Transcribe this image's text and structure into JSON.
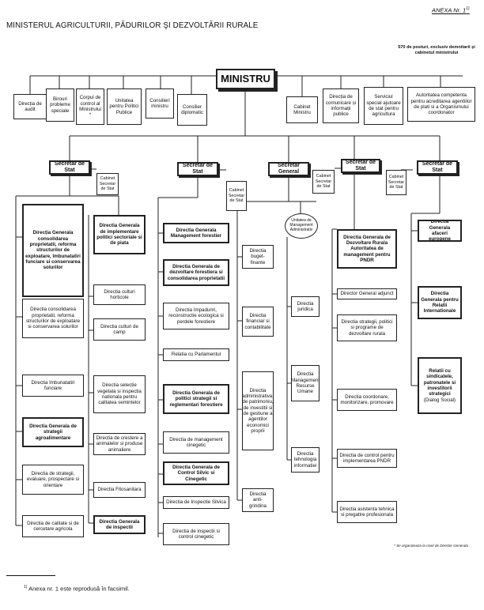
{
  "header": {
    "annex": "ANEXA Nr. 1",
    "annex_sup": "1)",
    "title": "MINISTERUL AGRICULTURII, PĂDURILOR ŞI DEZVOLTĂRII RURALE",
    "staff_note": "570 de posturi, exclusiv demnitarii și cabinetul ministrului"
  },
  "top": {
    "ministru": "MINISTRU",
    "left_boxes": [
      "Direcția de audit",
      "Birouri probleme speciale",
      "Corpul de control al Ministrului *",
      "Unitatea pentru Politici Publice",
      "Consilieri ministru",
      "Consilier diplomatic"
    ],
    "right_boxes": [
      "Cabinet Ministru",
      "Direcția de comunicare și informații publice",
      "Serviciul special ajutoare de stat pentru agricultura",
      "Autoritatea competenta pentru acreditarea agentiilor de plati si a Organismului coordonator"
    ]
  },
  "level2": {
    "secretar1": "Secretar de Stat",
    "cabinet1": "Cabinet Secretar de Stat",
    "secretar2": "Secretar de Stat",
    "cabinet2": "Cabinet Secretar de Stat",
    "secretar_general": "Secretar General",
    "cabinet3": "Cabinet Secretar de Stat",
    "secretar3": "Secretar de Stat",
    "cabinet4": "Cabinet Secretar de Stat",
    "secretar4": "Secretar de Stat",
    "ump": "Unitatea de Management Administrativ"
  },
  "col1": [
    "Direcția Generala consolidarea proprietatii, reforma structurilor de exploatare, îmbunatatiri funciare si conservarea solurilor",
    "Directia consolidarea proprietatii, reforma structurilor de exploatare si conservarea solurilor",
    "Directia îmbunatatiri funciare",
    "Directia Generala de strategii agroalimentare",
    "Directia de strategii, evaluare, prospectare si orientare",
    "Directia de calitate si de cercetare agricola"
  ],
  "col2": [
    "Directia Generala de implementare politici sectoriale si de piata",
    "Directia culturi horticole",
    "Directia culturi de camp",
    "Directia selectie vegetala si inspectia nationala pentru calitatea semintelor",
    "Directia de crestere a animalelor si produse animaliere",
    "Directia Fitosanitara",
    "Directia Generala de inspectii"
  ],
  "col3": [
    "Directia Generala Management forestier",
    "Directia Generala de dezvoltare forestiera si consolidarea proprietatii",
    "Directia împaduriri, reconstructie ecologica si perdele forestiere",
    "Relatia cu Parlamentul",
    "Directia Generala de politici strategii si reglementari forestiere",
    "Directia de management cinegetic",
    "Directia Generala de Control Silvic si Cinegetic",
    "Directia de Inspectie Silvica",
    "Directia de inspectii si control cinegetic"
  ],
  "col4": [
    "Directia buget-finante",
    "Directia financiar si contabilitate",
    "Directia administrativa, de patrimoniu, de investitii si de gestiune a agentilor economici proprii",
    "Directia anti-grindina"
  ],
  "col5": [
    "Directia juridica",
    "Directia Management Resurse Umane",
    "Directia tehnologia informatiei"
  ],
  "col6": [
    "Directia Generala de Dezvoltare Rurala Autoritatea de management pentru PNDR",
    "Director General adjunct",
    "Directia strategii, politici si programe de dezvoltare rurala",
    "Directia coordonare, monitorizare, promovare",
    "Directia de control pentru implementarea PNDR",
    "Directia asistenta tehnica si pregatire profesionala"
  ],
  "col7": [
    "Directia Generala afaceri europene",
    "Directia Generala pentru Relatii Internationale",
    "Relatii cu sindicatele, patronatele si investitorii strategici",
    "(Dialog Social)"
  ],
  "footnotes": {
    "star": "* Se organizeaza la nivel de Directie Generala",
    "bottom_sup": "1)",
    "bottom": "Anexa nr. 1 este reprodusă în facsimil."
  }
}
